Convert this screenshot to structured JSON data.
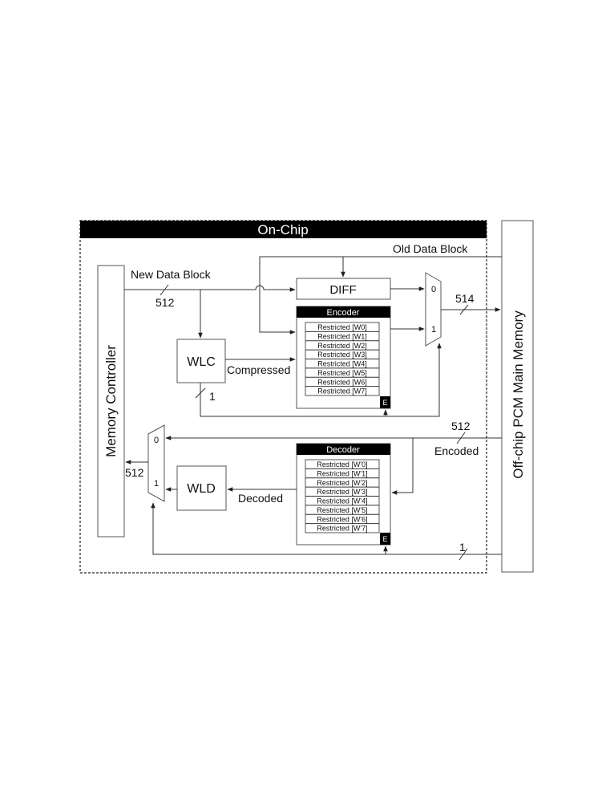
{
  "header": {
    "title": "On-Chip"
  },
  "blocks": {
    "memory_controller": "Memory Controller",
    "pcm": "Off-chip PCM Main Memory",
    "diff": "DIFF",
    "wlc": "WLC",
    "wld": "WLD",
    "encoder": {
      "title": "Encoder",
      "badge": "E",
      "rows": [
        "Restricted [W0]",
        "Restricted [W1]",
        "Restricted [W2]",
        "Restricted [W3]",
        "Restricted [W4]",
        "Restricted [W5]",
        "Restricted [W6]",
        "Restricted [W7]"
      ]
    },
    "decoder": {
      "title": "Decoder",
      "badge": "E",
      "rows": [
        "Restricted [W'0]",
        "Restricted [W'1]",
        "Restricted [W'2]",
        "Restricted [W'3]",
        "Restricted [W'4]",
        "Restricted [W'5]",
        "Restricted [W'6]",
        "Restricted [W'7]"
      ]
    }
  },
  "mux": {
    "upper": {
      "in0": "0",
      "in1": "1"
    },
    "lower": {
      "in0": "0",
      "in1": "1"
    }
  },
  "signals": {
    "new_data_block": "New Data Block",
    "old_data_block": "Old Data Block",
    "compressed": "Compressed",
    "decoded": "Decoded",
    "encoded": "Encoded"
  },
  "widths": {
    "new_data": "512",
    "mux_out": "514",
    "wlc_flag": "1",
    "encoded_in": "512",
    "mc_in": "512",
    "flag_in": "1"
  }
}
